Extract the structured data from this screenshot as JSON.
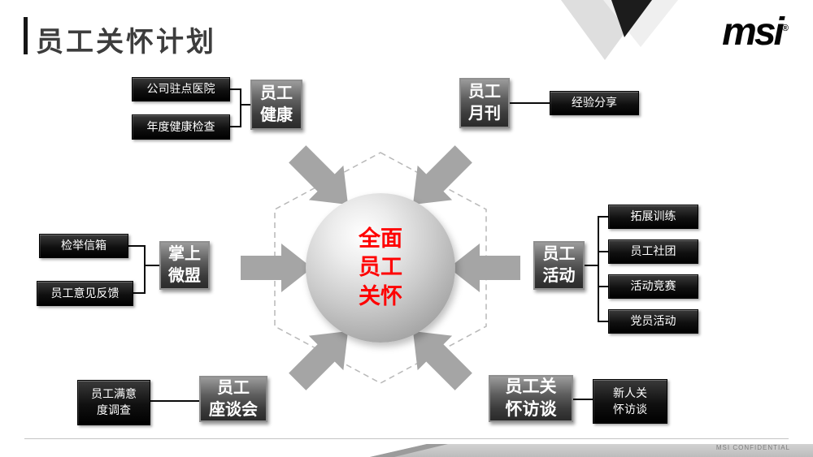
{
  "header": {
    "title": "员工关怀计划",
    "logo": "msi",
    "logo_reg": "®"
  },
  "footer": {
    "confidential": "MSI CONFIDENTIAL"
  },
  "diagram": {
    "center": "全面\n员工\n关怀",
    "groups": {
      "health": {
        "label": "员工\n健康",
        "items": {
          "hospital": "公司驻点医院",
          "checkup": "年度健康检查"
        }
      },
      "monthly": {
        "label": "员工\n月刊",
        "items": {
          "sharing": "经验分享"
        }
      },
      "weimeng": {
        "label": "掌上\n微盟",
        "items": {
          "mailbox": "检举信箱",
          "feedback": "员工意见反馈"
        }
      },
      "activity": {
        "label": "员工\n活动",
        "items": {
          "training": "拓展训练",
          "clubs": "员工社团",
          "competition": "活动竞赛",
          "party": "党员活动"
        }
      },
      "forum": {
        "label": "员工\n座谈会",
        "items": {
          "survey": "员工满意\n度调查"
        }
      },
      "interview": {
        "label": "员工关\n怀访谈",
        "items": {
          "newcomer": "新人关\n怀访谈"
        }
      }
    }
  }
}
